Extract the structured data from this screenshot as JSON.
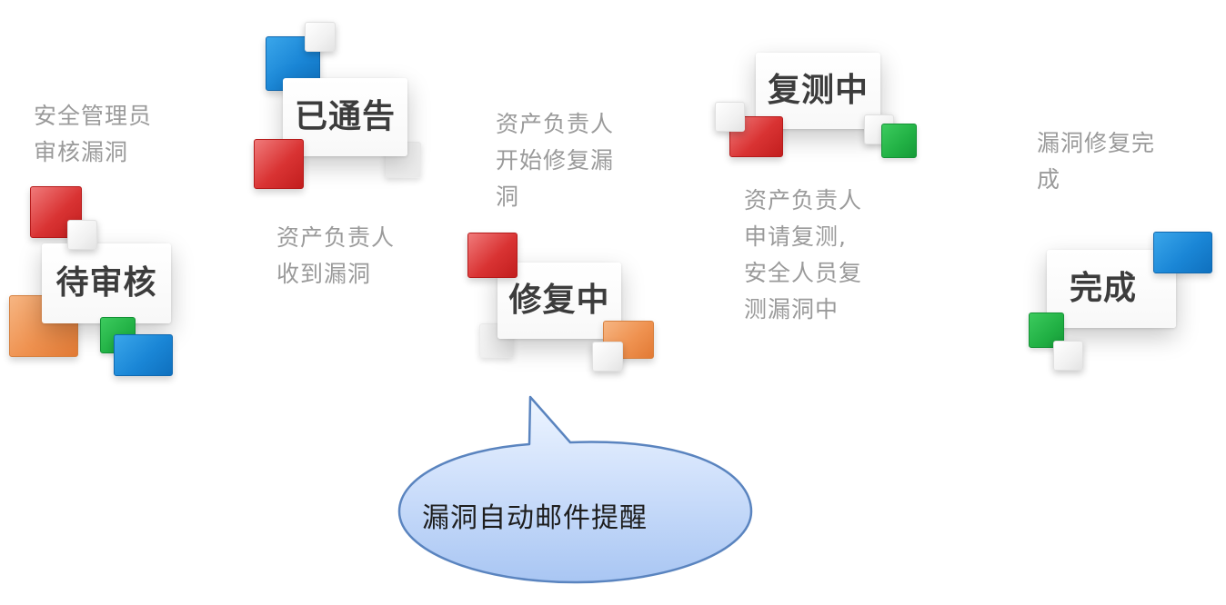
{
  "stages": [
    {
      "id": "pending",
      "label": "待审核",
      "description": "安全管理员\n审核漏洞"
    },
    {
      "id": "notified",
      "label": "已通告",
      "description": "资产负责人\n收到漏洞"
    },
    {
      "id": "repairing",
      "label": "修复中",
      "description": "资产负责人\n开始修复漏\n洞"
    },
    {
      "id": "retesting",
      "label": "复测中",
      "description": "资产负责人\n申请复测,\n安全人员复\n测漏洞中"
    },
    {
      "id": "done",
      "label": "完成",
      "description": "漏洞修复完\n成"
    }
  ],
  "callout": {
    "text": "漏洞自动邮件提醒"
  }
}
